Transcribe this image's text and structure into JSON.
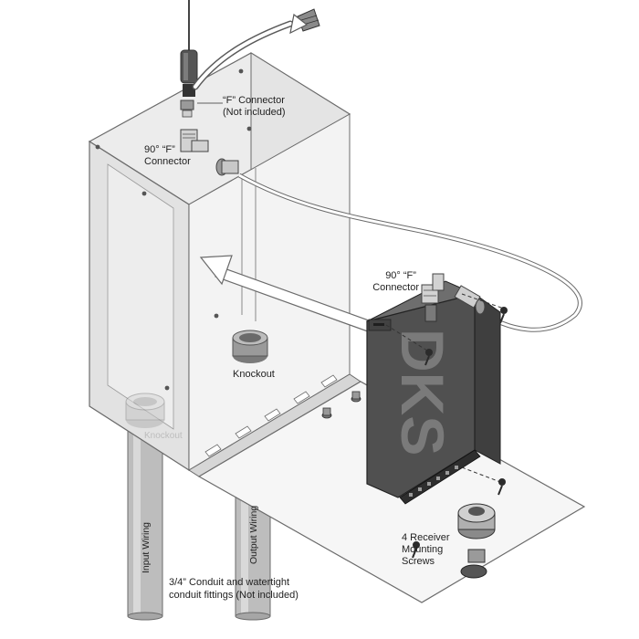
{
  "labels": {
    "f_connector": [
      "“F” Connector",
      "(Not included)"
    ],
    "connector_90_top": [
      "90° “F”",
      "Connector"
    ],
    "connector_90_right": [
      "90° “F”",
      "Connector"
    ],
    "knockout_inner": "Knockout",
    "knockout_bottom": "Knockout",
    "mounting_screws": [
      "4 Receiver",
      "Mounting",
      "Screws"
    ],
    "input_wiring": "Input Wiring",
    "output_wiring": "Output Wiring",
    "conduit_note": [
      "3/4” Conduit and watertight",
      "conduit fittings (Not included)"
    ]
  },
  "logo_text": "DKS"
}
